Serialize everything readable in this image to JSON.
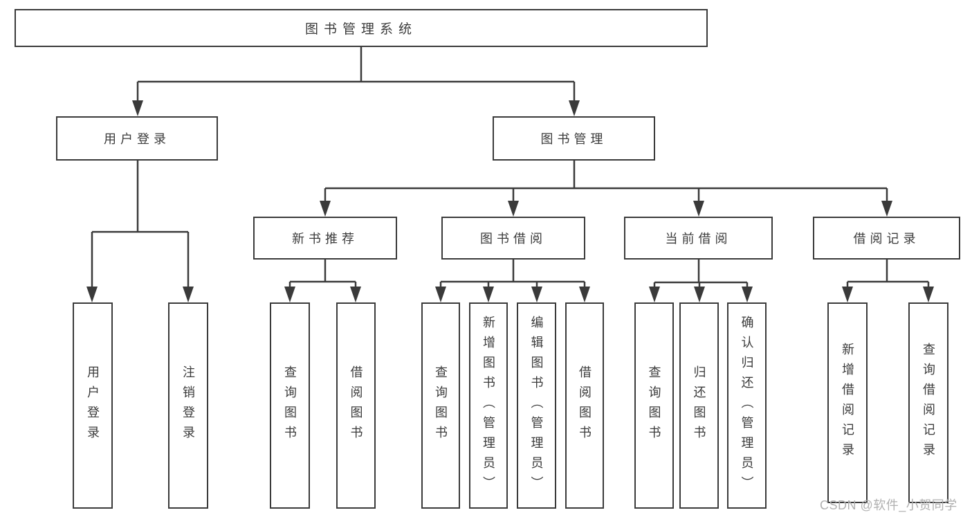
{
  "diagram": {
    "colors": {
      "line": "#3a3a3a",
      "text": "#3b3b3b",
      "watermark": "#b0b0b0",
      "background": "#ffffff"
    },
    "root": {
      "label": "图书管理系统"
    },
    "branches": [
      {
        "label": "用户登录",
        "children": [
          {
            "label": "用户登录"
          },
          {
            "label": "注销登录"
          }
        ]
      },
      {
        "label": "图书管理",
        "children": [
          {
            "label": "新书推荐",
            "children": [
              {
                "label": "查询图书"
              },
              {
                "label": "借阅图书"
              }
            ]
          },
          {
            "label": "图书借阅",
            "children": [
              {
                "label": "查询图书"
              },
              {
                "label": "新增图书（管理员）"
              },
              {
                "label": "编辑图书（管理员）"
              },
              {
                "label": "借阅图书"
              }
            ]
          },
          {
            "label": "当前借阅",
            "children": [
              {
                "label": "查询图书"
              },
              {
                "label": "归还图书"
              },
              {
                "label": "确认归还（管理员）"
              }
            ]
          },
          {
            "label": "借阅记录",
            "children": [
              {
                "label": "新增借阅记录"
              },
              {
                "label": "查询借阅记录"
              }
            ]
          }
        ]
      }
    ],
    "watermark": "CSDN @软件_小贺同学"
  }
}
